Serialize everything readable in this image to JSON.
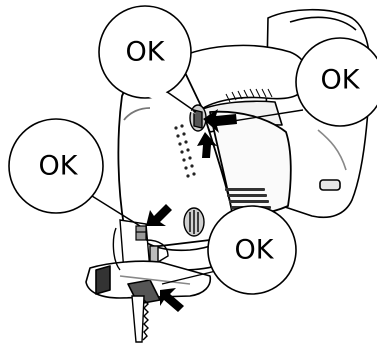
{
  "diagram": {
    "subject": "cordless-jigsaw",
    "callouts": [
      {
        "label": "OK"
      },
      {
        "label": "OK"
      },
      {
        "label": "OK"
      },
      {
        "label": "OK"
      }
    ],
    "colors": {
      "outline": "#000000",
      "body_fill": "#ffffff",
      "shade": "#d9d9d9",
      "dark": "#222222"
    }
  }
}
